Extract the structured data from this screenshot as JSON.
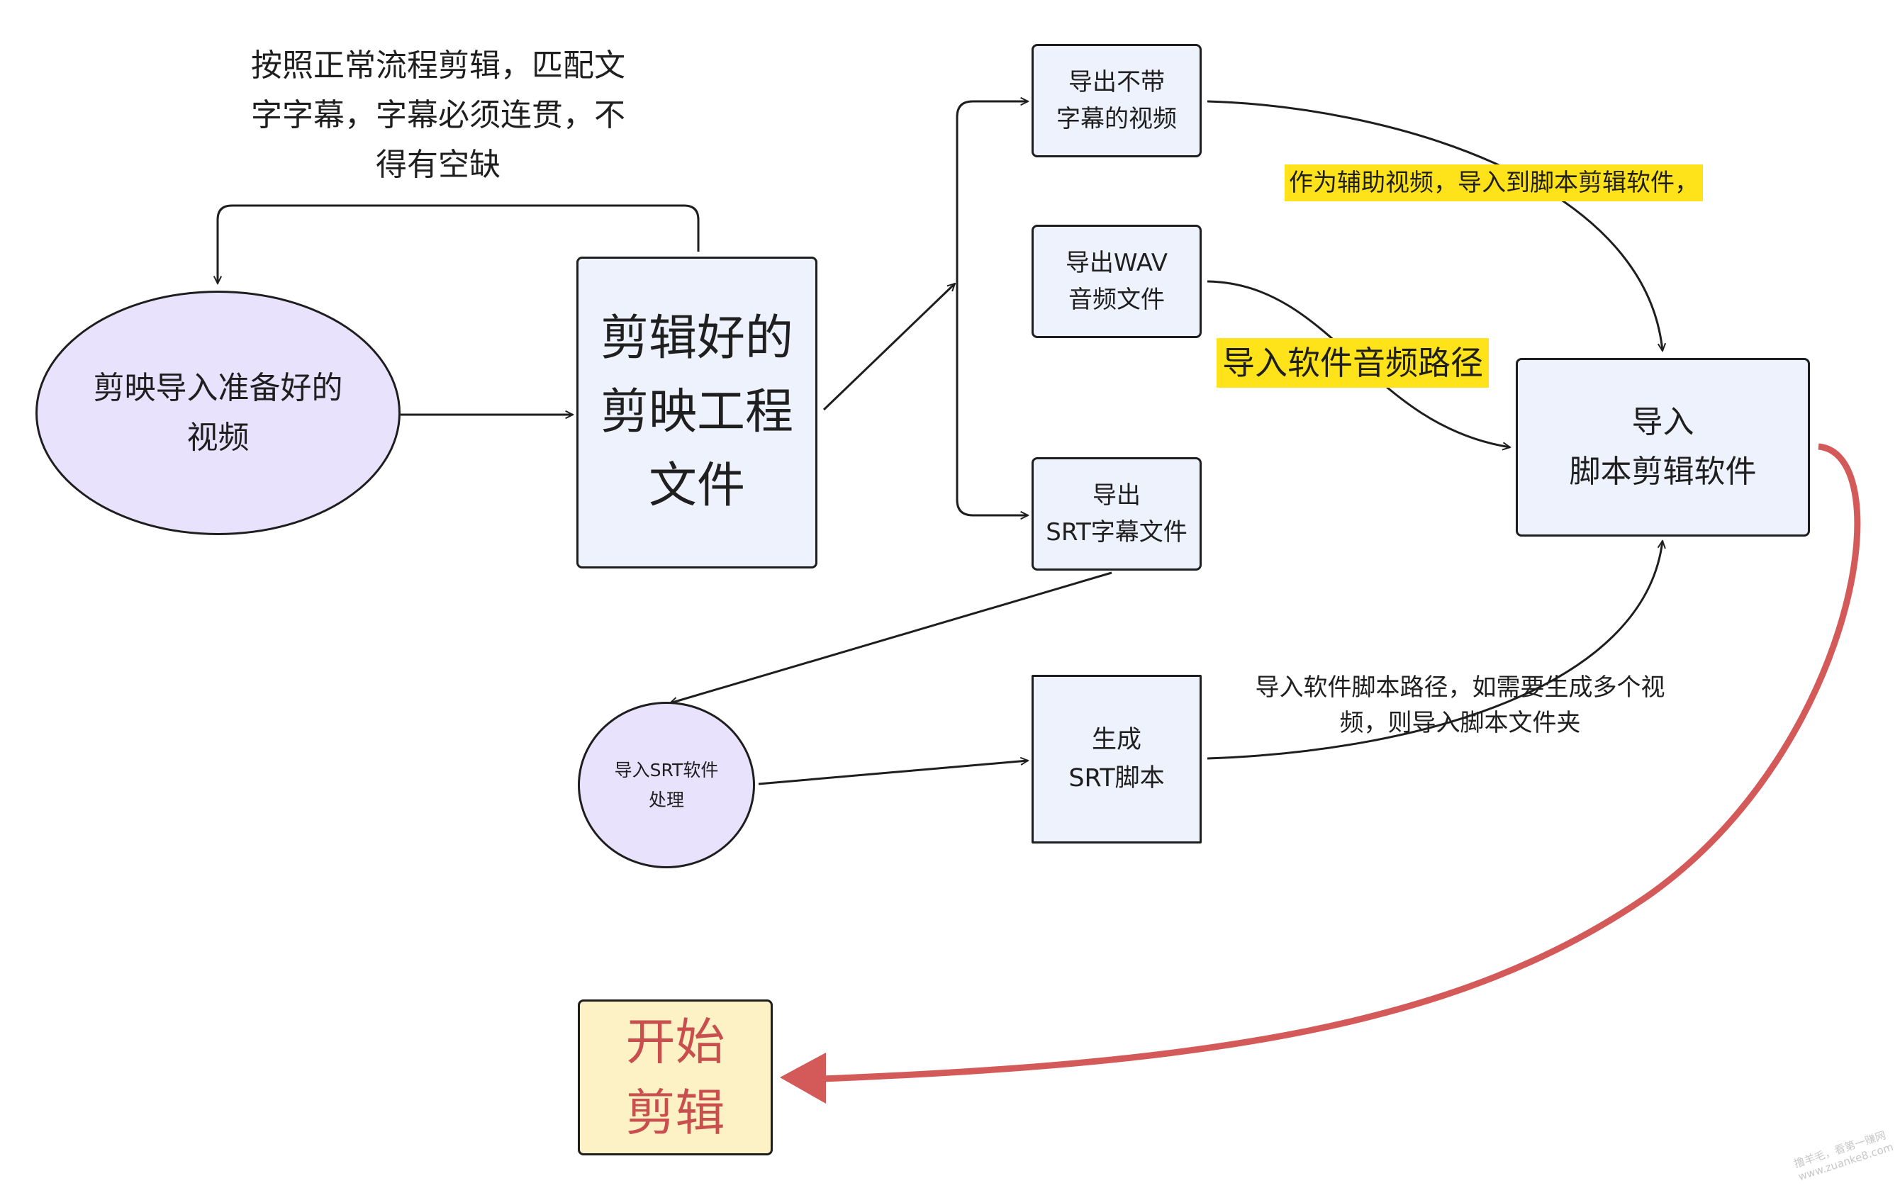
{
  "nodes": {
    "import_video": "剪映导入准备好的\n视频",
    "project_file": "剪辑好的\n剪映工程\n文件",
    "export_no_sub": "导出不带\n字幕的视频",
    "export_wav": "导出WAV\n音频文件",
    "export_srt": "导出\nSRT字幕文件",
    "srt_software": "导入SRT软件\n处理",
    "gen_srt_script": "生成\nSRT脚本",
    "import_script_software": "导入\n脚本剪辑软件",
    "start_edit": "开始\n剪辑"
  },
  "labels": {
    "top_note": "按照正常流程剪辑，匹配文\n字字幕，字幕必须连贯，不\n得有空缺",
    "aux_video": "作为辅助视频，导入到脚本剪辑软件，",
    "audio_path": "导入软件音频路径",
    "script_path": "导入软件脚本路径，如需要生成多个视\n频，则导入脚本文件夹"
  },
  "colors": {
    "rect_fill": "#eef2fd",
    "ellipse_fill": "#e9e2fd",
    "start_fill": "#fdf1c6",
    "start_text": "#c94f4f",
    "highlight": "#ffe31a",
    "red_arrow": "#d45a5a",
    "stroke": "#1e1e1e"
  },
  "watermark": "撸羊毛，看第一赚网 www.zuanke8.com"
}
